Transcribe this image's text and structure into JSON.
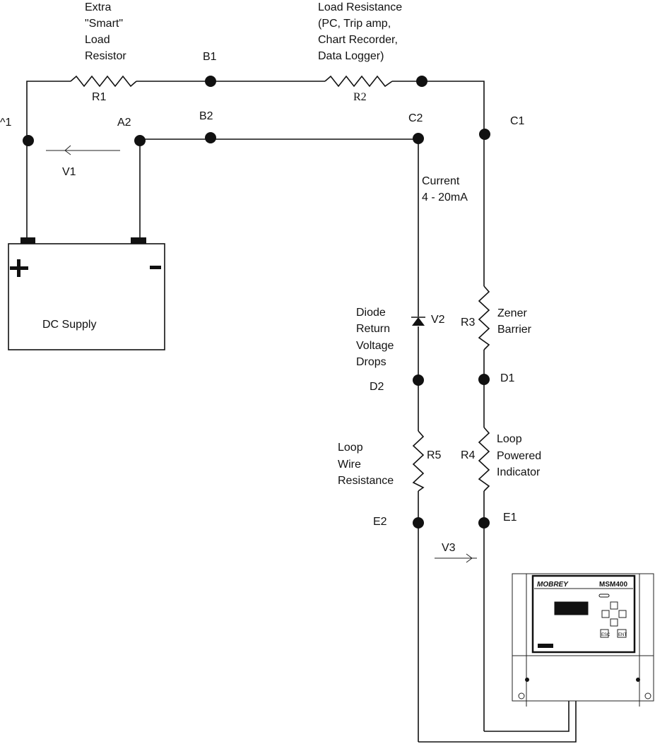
{
  "labels": {
    "r1_desc": [
      "Extra",
      "\"Smart\"",
      "Load",
      "Resistor"
    ],
    "r2_desc": [
      "Load Resistance",
      "(PC, Trip amp,",
      "Chart Recorder,",
      "Data Logger)"
    ],
    "r1": "R1",
    "r2": "R2",
    "r3": "R3",
    "r4": "R4",
    "r5": "R5",
    "a1": "^1",
    "a2": "A2",
    "b1": "B1",
    "b2": "B2",
    "c1": "C1",
    "c2": "C2",
    "d1": "D1",
    "d2": "D2",
    "e1": "E1",
    "e2": "E2",
    "v1": "V1",
    "v2": "V2",
    "v3": "V3",
    "current": [
      "Current",
      "4 - 20mA"
    ],
    "diode_desc": [
      "Diode",
      "Return",
      "Voltage",
      "Drops"
    ],
    "zener_desc": [
      "Zener",
      "Barrier"
    ],
    "indicator_desc": [
      "Loop",
      "Powered",
      "Indicator"
    ],
    "wire_desc": [
      "Loop",
      "Wire",
      "Resistance"
    ],
    "supply": "DC Supply",
    "plus": "+",
    "minus": "-"
  },
  "device": {
    "brand": "MOBREY",
    "model": "MSM400",
    "buttons": [
      "ESC",
      "ENT"
    ]
  }
}
